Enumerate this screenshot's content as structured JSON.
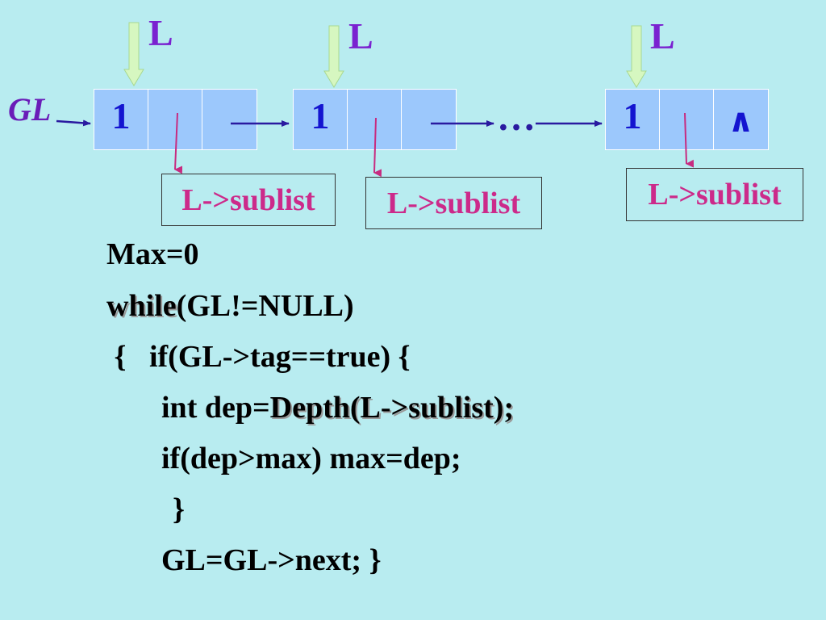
{
  "diagram": {
    "head_label": "GL",
    "pointer_label": "L",
    "nodes": [
      {
        "tag": "1",
        "next": "",
        "sublist_label": "L->sublist"
      },
      {
        "tag": "1",
        "next": "",
        "sublist_label": "L->sublist"
      },
      {
        "tag": "1",
        "next": "∧",
        "sublist_label": "L->sublist"
      }
    ],
    "ellipsis": "…"
  },
  "code": {
    "line1": "Max=0",
    "line2_keyword": "while",
    "line2_rest": "(GL!=NULL)",
    "line3": " {   if(GL->tag==true) {",
    "line4_prefix": "int dep=",
    "line4_call": "Depth(L->sublist);",
    "line5": "if(dep>max) max=dep;",
    "line6": "}",
    "line7": "GL=GL->next; }"
  },
  "colors": {
    "background": "#b8ecf0",
    "node_fill": "#9cc8fc",
    "pointer_label": "#7a22d0",
    "sublist_text": "#cc2a8a",
    "tag_text": "#1414d0",
    "link_arrow": "#2a1aa0",
    "down_arrow": "#c72b80",
    "pointer_arrow": "#c9f5b0"
  }
}
